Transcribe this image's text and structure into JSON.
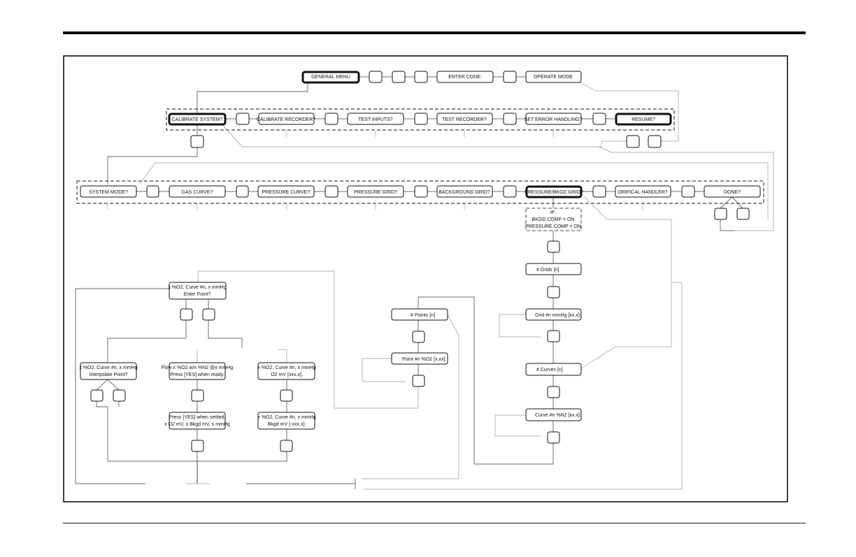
{
  "menu": {
    "general_menu": "GENERAL MENU",
    "enter_code": "ENTER CODE:",
    "operate_mode": "OPERATE MODE"
  },
  "calibrate_row": {
    "calibrate_system": "CALIBRATE SYSTEM?",
    "calibrate_recorder": "CALIBRATE RECORDER?",
    "test_inputs": "TEST INPUTS?",
    "test_recorder": "TEST RECORDER?",
    "set_error_handling": "SET ERROR HANDLING?",
    "resume": "RESUME?"
  },
  "system_row": {
    "system_mode": "SYSTEM MODE?",
    "gas_curve": "GAS CURVE?",
    "pressure_curve": "PRESSURE CURVE?",
    "pressure_grid": "PRESSURE GRID?",
    "background_grid": "BACKGROUND GRID?",
    "pressure_bkgd_grid": "PRESSURE/BKGD GRID?",
    "orifice_handler": "ORIFICAL HANDLER?",
    "done": "DONE?"
  },
  "condition": {
    "line1": "IF:",
    "line2": "BKGD COMP = ON",
    "line3": "PRESSURE COMP = ON"
  },
  "grid_column": {
    "num_grids": "# Grids [n]",
    "grid_mmhg": "Grid #n mmHg [xx.x]:",
    "num_curves": "# Curves [n]",
    "curve_n2": "Curve #n %N2 [xx.x]:"
  },
  "points_column": {
    "num_points": "# Points [n]",
    "point_o2": "Point #n %O2 [x.xx]:"
  },
  "enter_point": {
    "line1": "x %O2, Curve #n, x mmHg",
    "line2": "Enter Point?"
  },
  "interpolate": {
    "line1": "x %O2, Curve #n, x mmHg",
    "line2": "Interpolate Point?"
  },
  "flow": {
    "line1": "Flow x %O2 w/x %N2 @x mmHg",
    "line2": "Press [YES] when ready."
  },
  "o2_mv": {
    "line1": "x %O2, Curve #n, x mmHg",
    "line2": "O2 mV [xxx.x]:"
  },
  "settled": {
    "line1": "Press [YES] when settled.",
    "line2": "x O2 mV, x Bkgd mV, x mmHg"
  },
  "bkgd_mv": {
    "line1": "x %O2, Curve #n, x mmHg",
    "line2": "Bkgd mV [-xxx.x]:"
  }
}
